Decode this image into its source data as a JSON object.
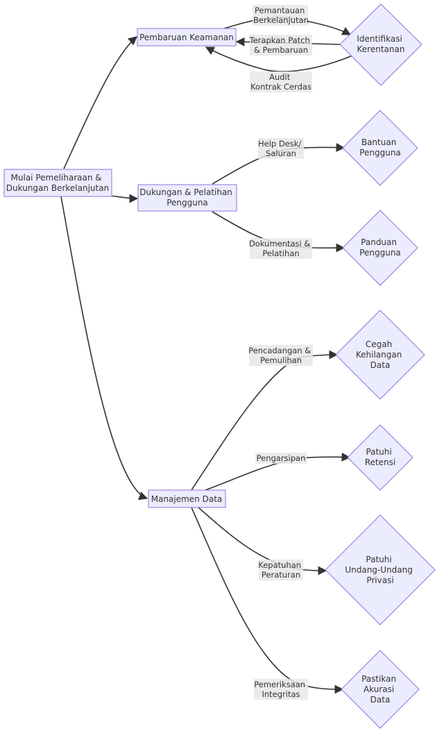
{
  "nodes": {
    "start": "Mulai Pemeliharaan &\nDukungan Berkelanjutan",
    "security": "Pembaruan Keamanan",
    "support": "Dukungan & Pelatihan\nPengguna",
    "datamgmt": "Manajemen Data",
    "vuln": "Identifikasi\nKerentanan",
    "helpuser": "Bantuan\nPengguna",
    "guide": "Panduan\nPengguna",
    "dataloss": "Cegah\nKehilangan\nData",
    "retention": "Patuhi\nRetensi",
    "privacy": "Patuhi\nUndang-Undang\nPrivasi",
    "accuracy": "Pastikan\nAkurasi\nData"
  },
  "edges": {
    "monitoring": "Pemantauan\nBerkelanjutan",
    "patch": "Terapkan Patch\n& Pembaruan",
    "audit": "Audit\nKontrak Cerdas",
    "helpdesk": "Help Desk/\nSaluran",
    "docs": "Dokumentasi &\nPelatihan",
    "backup": "Pencadangan &\nPemulihan",
    "archive": "Pengarsipan",
    "compliance": "Kepatuhan\nPeraturan",
    "integrity": "Pemeriksaan\nIntegritas"
  }
}
